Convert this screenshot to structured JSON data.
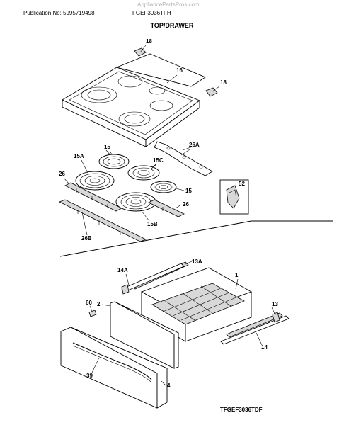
{
  "header": {
    "publication": "Publication No: 5995719498",
    "model": "FGEF3036TFH",
    "watermark": "AppliancePartsPros.com"
  },
  "title": "TOP/DRAWER",
  "footer_code": "TFGEF3036TDF",
  "callouts": {
    "c18a": "18",
    "c16": "16",
    "c18b": "18",
    "c15": "15",
    "c26a_": "26A",
    "c15a": "15A",
    "c15c": "15C",
    "c26": "26",
    "c52": "52",
    "c15r": "15",
    "c26r": "26",
    "c15b": "15B",
    "c26b": "26B",
    "c14a": "14A",
    "c13a": "13A",
    "c1": "1",
    "c60": "60",
    "c2": "2",
    "c13": "13",
    "c14": "14",
    "c39": "39",
    "c4": "4"
  }
}
